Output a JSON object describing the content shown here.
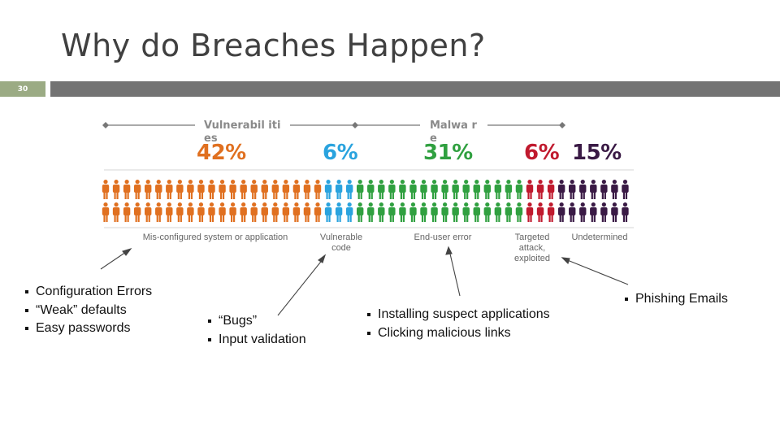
{
  "slide": {
    "title": "Why do Breaches Happen?",
    "number": "30",
    "accent_color": "#9bab84",
    "bar_color": "#737373"
  },
  "brackets": [
    {
      "label": "Vulnerabil ities"
    },
    {
      "label": "Malwa re"
    }
  ],
  "segments": [
    {
      "percent": "42%",
      "value": 42,
      "label": "Mis-configured system or application",
      "color": "#e07020",
      "figures": 21
    },
    {
      "percent": "6%",
      "value": 6,
      "label": "Vulnerable code",
      "color": "#2aa3de",
      "figures": 3
    },
    {
      "percent": "31%",
      "value": 31,
      "label": "End-user error",
      "color": "#30a040",
      "figures": 16
    },
    {
      "percent": "6%",
      "value": 6,
      "label": "Targeted attack, exploited",
      "color": "#c01a2e",
      "figures": 3
    },
    {
      "percent": "15%",
      "value": 15,
      "label": "Undetermined",
      "color": "#3a1a45",
      "figures": 7
    }
  ],
  "bullet_groups": [
    {
      "items": [
        "Configuration Errors",
        "“Weak” defaults",
        "Easy passwords"
      ]
    },
    {
      "items": [
        "“Bugs”",
        "Input validation"
      ]
    },
    {
      "items": [
        "Installing suspect applications",
        "Clicking malicious links"
      ]
    },
    {
      "items": [
        "Phishing Emails"
      ]
    }
  ]
}
